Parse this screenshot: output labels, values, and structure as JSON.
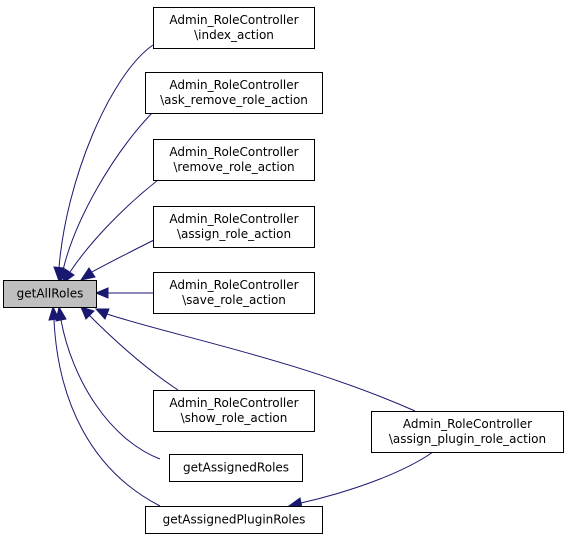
{
  "graph": {
    "focus_node": {
      "id": "getAllRoles",
      "lines": [
        "getAllRoles"
      ]
    },
    "nodes": [
      {
        "id": "index_action",
        "lines": [
          "Admin_RoleController",
          "\\index_action"
        ]
      },
      {
        "id": "ask_remove_role_action",
        "lines": [
          "Admin_RoleController",
          "\\ask_remove_role_action"
        ]
      },
      {
        "id": "remove_role_action",
        "lines": [
          "Admin_RoleController",
          "\\remove_role_action"
        ]
      },
      {
        "id": "assign_role_action",
        "lines": [
          "Admin_RoleController",
          "\\assign_role_action"
        ]
      },
      {
        "id": "save_role_action",
        "lines": [
          "Admin_RoleController",
          "\\save_role_action"
        ]
      },
      {
        "id": "show_role_action",
        "lines": [
          "Admin_RoleController",
          "\\show_role_action"
        ]
      },
      {
        "id": "getAssignedRoles",
        "lines": [
          "getAssignedRoles"
        ]
      },
      {
        "id": "getAssignedPluginRoles",
        "lines": [
          "getAssignedPluginRoles"
        ]
      },
      {
        "id": "assign_plugin_role_action",
        "lines": [
          "Admin_RoleController",
          "\\assign_plugin_role_action"
        ]
      }
    ],
    "edges": [
      {
        "from": "index_action",
        "to": "getAllRoles"
      },
      {
        "from": "ask_remove_role_action",
        "to": "getAllRoles"
      },
      {
        "from": "remove_role_action",
        "to": "getAllRoles"
      },
      {
        "from": "assign_role_action",
        "to": "getAllRoles"
      },
      {
        "from": "save_role_action",
        "to": "getAllRoles"
      },
      {
        "from": "show_role_action",
        "to": "getAllRoles"
      },
      {
        "from": "getAssignedRoles",
        "to": "getAllRoles"
      },
      {
        "from": "getAssignedPluginRoles",
        "to": "getAllRoles"
      },
      {
        "from": "assign_plugin_role_action",
        "to": "getAllRoles"
      },
      {
        "from": "assign_plugin_role_action",
        "to": "getAssignedPluginRoles"
      }
    ],
    "colors": {
      "edge": "#191970",
      "focus_fill": "#bfbfbf",
      "node_fill": "#ffffff",
      "border": "#000000"
    }
  }
}
